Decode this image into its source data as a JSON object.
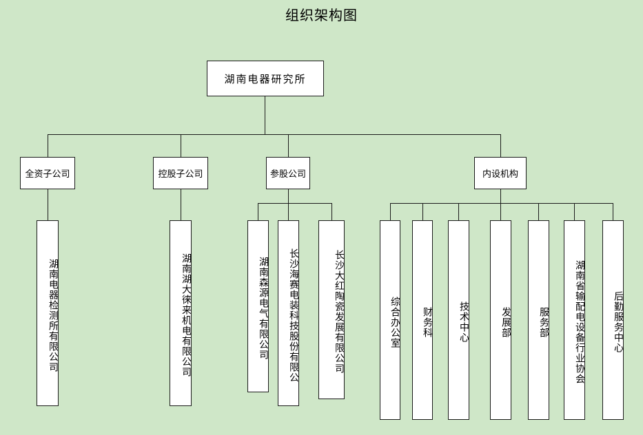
{
  "title": "组织架构图",
  "colors": {
    "background": "#cfe7c8",
    "node_fill": "#ffffff",
    "node_border": "#1a1a1a",
    "text": "#000000"
  },
  "root": {
    "label": "湖南电器研究所"
  },
  "level2": [
    {
      "label": "全资子公司"
    },
    {
      "label": "控股子公司"
    },
    {
      "label": "参股公司"
    },
    {
      "label": "内设机构"
    }
  ],
  "leaves": {
    "wholly_owned": [
      {
        "label": "湖南电器检测所有限公司"
      }
    ],
    "holding": [
      {
        "label": "湖南湖大徕来机电有限公司"
      }
    ],
    "equity": [
      {
        "label": "湖南森源电气有限公司"
      },
      {
        "label": "长沙海赛电装科技股份有限公"
      },
      {
        "label": "长沙大红陶瓷发展有限公司"
      }
    ],
    "internal": [
      {
        "label": "综合办公室"
      },
      {
        "label": "财务科"
      },
      {
        "label": "技术中心"
      },
      {
        "label": "发展部"
      },
      {
        "label": "服务部"
      },
      {
        "label": "湖南省输配电设备行业协会"
      },
      {
        "label": "后勤服务中心"
      }
    ]
  }
}
